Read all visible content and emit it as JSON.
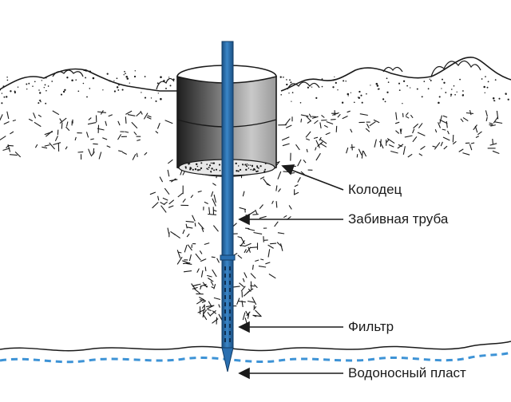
{
  "labels": {
    "well": "Колодец",
    "driven_pipe": "Забивная труба",
    "filter": "Фильтр",
    "aquifer": "Водоносный пласт"
  },
  "colors": {
    "pipe": "#2a6fb0",
    "pipe_dark": "#1b4f82",
    "water_dash": "#3d93d6",
    "ink": "#1a1a1a"
  }
}
